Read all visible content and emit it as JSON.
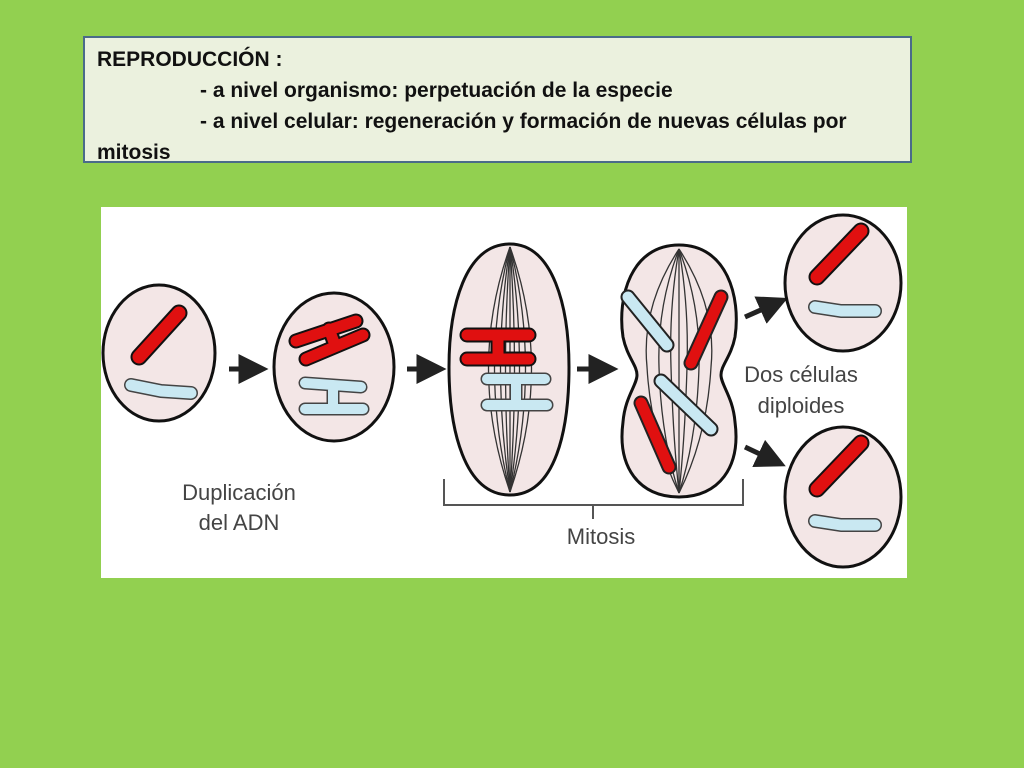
{
  "slide": {
    "heading": "REPRODUCCIÓN :",
    "line1": "- a nivel organismo: perpetuación de la especie",
    "line2": "- a nivel celular: regeneración y formación de nuevas células por",
    "line3": "mitosis"
  },
  "diagram": {
    "label_duplication_1": "Duplicación",
    "label_duplication_2": "del ADN",
    "label_mitosis": "Mitosis",
    "label_result_1": "Dos células",
    "label_result_2": "diploides"
  },
  "colors": {
    "background": "#92d050",
    "textbox_fill": "#ebf1de",
    "cell_fill": "#f3e6e6",
    "chromosome_red": "#e01010",
    "chromosome_blue": "#c9e8f2"
  }
}
